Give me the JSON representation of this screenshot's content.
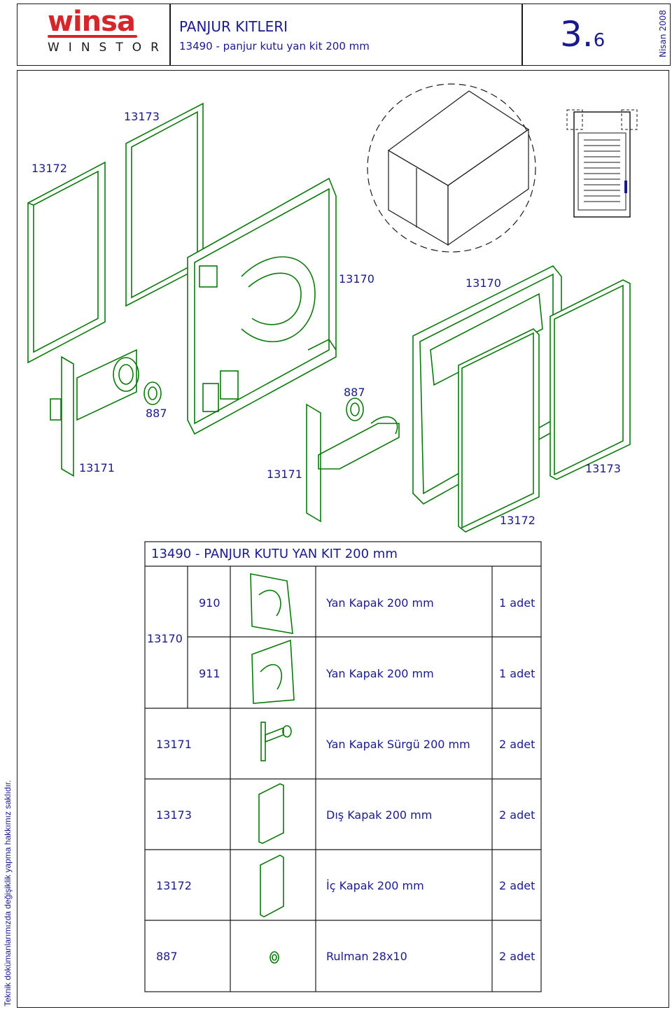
{
  "header": {
    "logo_main": "winsa",
    "logo_sub": "WINSTOR",
    "title": "PANJUR KITLERI",
    "subtitle": "13490 - panjur kutu yan kit 200 mm",
    "page_major": "3.",
    "page_minor": "6",
    "date": "Nisan 2008"
  },
  "drawing_labels": [
    {
      "id": "lbl-13173-a",
      "text": "13173"
    },
    {
      "id": "lbl-13172-a",
      "text": "13172"
    },
    {
      "id": "lbl-13170-a",
      "text": "13170"
    },
    {
      "id": "lbl-13170-b",
      "text": "13170"
    },
    {
      "id": "lbl-887-a",
      "text": "887"
    },
    {
      "id": "lbl-887-b",
      "text": "887"
    },
    {
      "id": "lbl-13171-a",
      "text": "13171"
    },
    {
      "id": "lbl-13171-b",
      "text": "13171"
    },
    {
      "id": "lbl-13173-b",
      "text": "13173"
    },
    {
      "id": "lbl-13172-b",
      "text": "13172"
    }
  ],
  "table": {
    "title": "13490 - PANJUR KUTU YAN KIT 200 mm",
    "group_code": "13170",
    "rows": [
      {
        "code": "910",
        "desc": "Yan Kapak 200 mm",
        "qty": "1 adet"
      },
      {
        "code": "911",
        "desc": "Yan Kapak 200 mm",
        "qty": "1 adet"
      },
      {
        "code": "13171",
        "desc": "Yan Kapak Sürgü 200 mm",
        "qty": "2 adet"
      },
      {
        "code": "13173",
        "desc": "Dış Kapak 200 mm",
        "qty": "2 adet"
      },
      {
        "code": "13172",
        "desc": "İç Kapak 200 mm",
        "qty": "2 adet"
      },
      {
        "code": "887",
        "desc": "Rulman 28x10",
        "qty": "2 adet"
      }
    ]
  },
  "side_note": "Teknik dokümanlarımızda değişiklik yapma hakkımız saklıdır.",
  "colors": {
    "drawing": "#0a7a0a",
    "text": "#1a1a8c",
    "logo": "#d7262b"
  }
}
